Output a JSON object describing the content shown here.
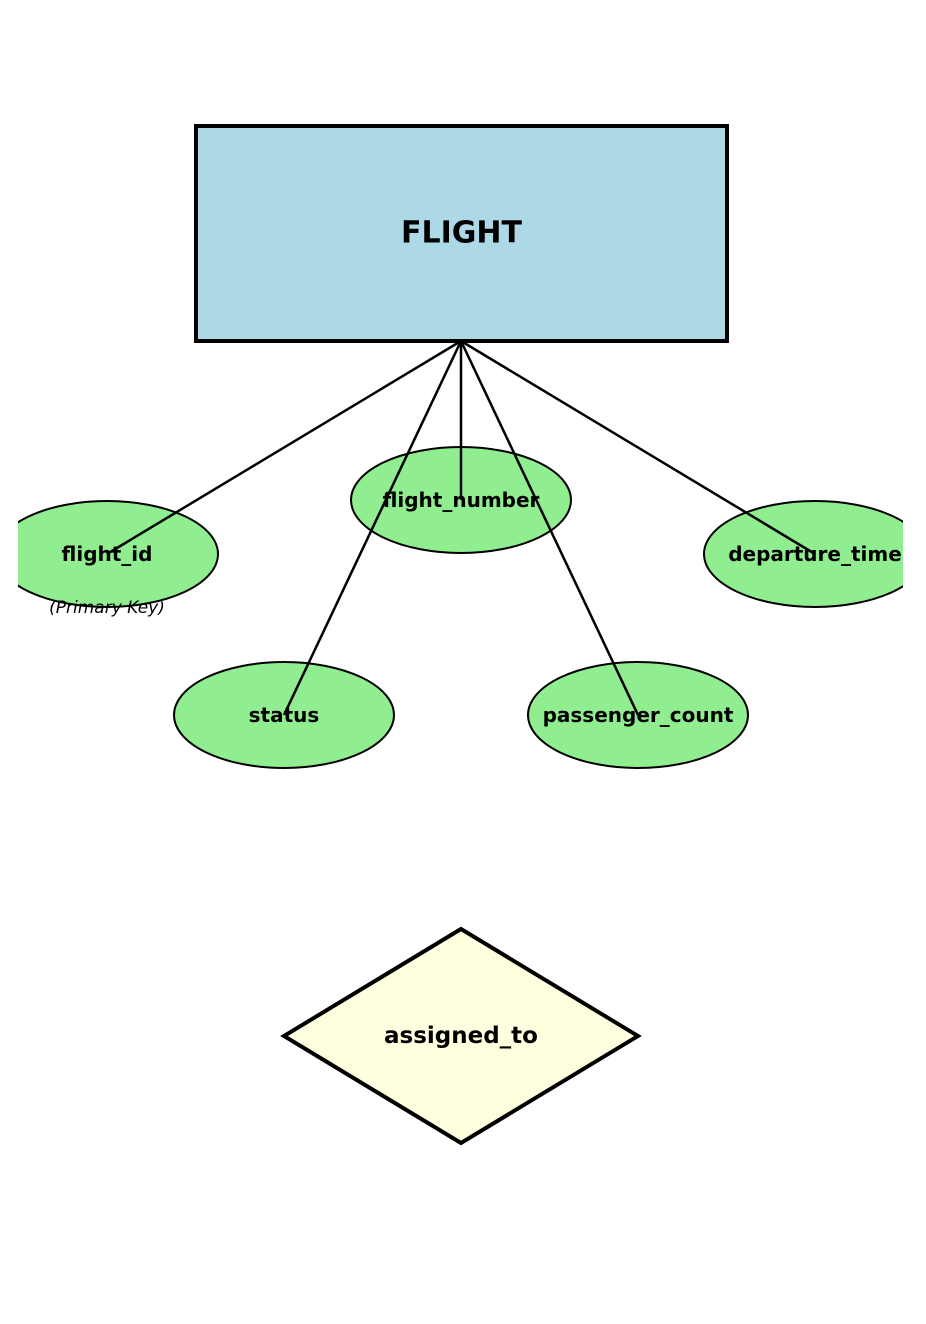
{
  "diagram": {
    "type": "er-diagram",
    "entity": {
      "name": "FLIGHT",
      "fill_color": "#add8e6"
    },
    "attributes": [
      {
        "id": "flight_id",
        "label": "flight_id",
        "note": "(Primary Key)",
        "primary_key": true
      },
      {
        "id": "flight_number",
        "label": "flight_number",
        "note": "",
        "primary_key": false
      },
      {
        "id": "departure_time",
        "label": "departure_time",
        "note": "",
        "primary_key": false
      },
      {
        "id": "status",
        "label": "status",
        "note": "",
        "primary_key": false
      },
      {
        "id": "passenger_count",
        "label": "passenger_count",
        "note": "",
        "primary_key": false
      }
    ],
    "attribute_fill_color": "#90ee90",
    "relationship": {
      "name": "assigned_to",
      "fill_color": "#ffffe0"
    }
  }
}
